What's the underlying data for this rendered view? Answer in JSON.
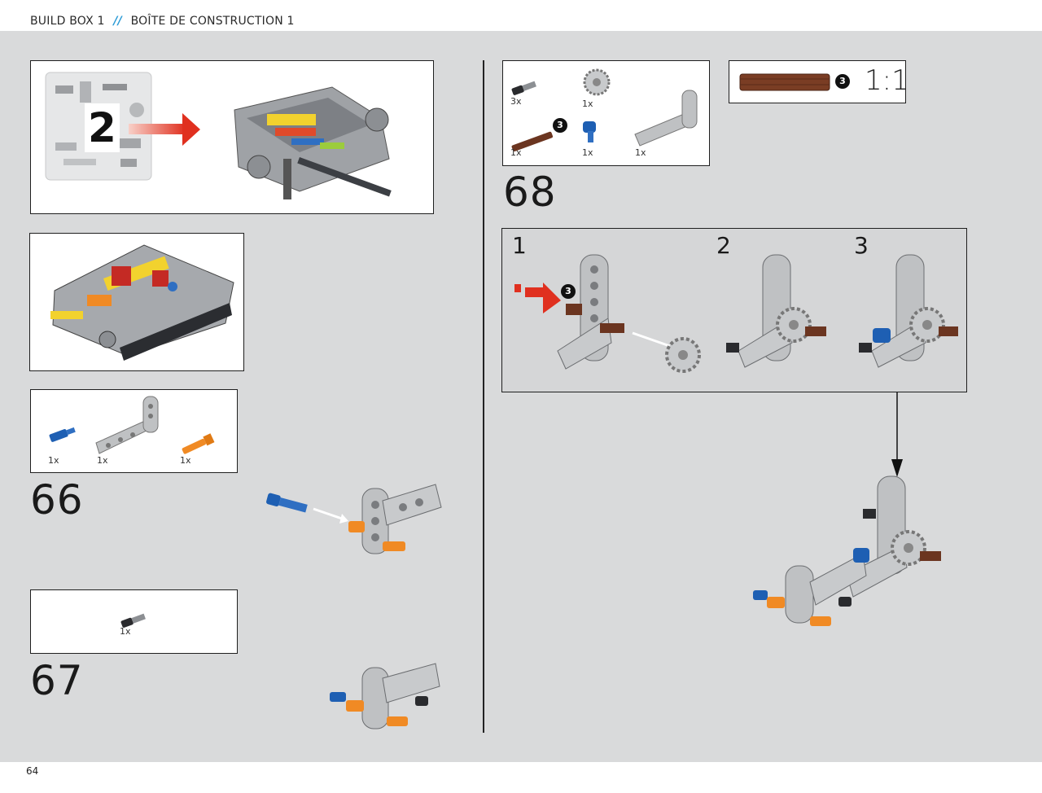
{
  "header": {
    "title_en": "BUILD BOX 1",
    "separator": "//",
    "title_fr": "BOÎTE DE CONSTRUCTION 1"
  },
  "page_number": "64",
  "bag": {
    "number": "2"
  },
  "steps": [
    {
      "number": "66",
      "parts": [
        {
          "qty": "1x",
          "icon": "blue-connector-pin-icon"
        },
        {
          "qty": "1x",
          "icon": "gray-l-beam-icon"
        },
        {
          "qty": "1x",
          "icon": "orange-pin-icon"
        }
      ]
    },
    {
      "number": "67",
      "parts": [
        {
          "qty": "1x",
          "icon": "black-pin-icon"
        }
      ]
    },
    {
      "number": "68",
      "parts": [
        {
          "qty": "3x",
          "icon": "black-pin-icon"
        },
        {
          "qty": "1x",
          "icon": "gear-icon"
        },
        {
          "qty": "1x",
          "icon": "brown-axle-icon",
          "badge": "3"
        },
        {
          "qty": "1x",
          "icon": "blue-connector-icon"
        },
        {
          "qty": "1x",
          "icon": "gray-l-beam-icon"
        }
      ],
      "substeps": [
        "1",
        "2",
        "3"
      ],
      "axle_badge": "3"
    }
  ],
  "axle_reference": {
    "badge": "3",
    "scale": "1:1"
  },
  "colors": {
    "page_bg": "#d9dadb",
    "accent": "#2a9bd6",
    "beam_gray": "#b9bbbd",
    "pin_blue": "#1e5fb3",
    "pin_orange": "#f08a24",
    "axle_brown": "#6b3520",
    "arrow_red": "#e03020"
  }
}
